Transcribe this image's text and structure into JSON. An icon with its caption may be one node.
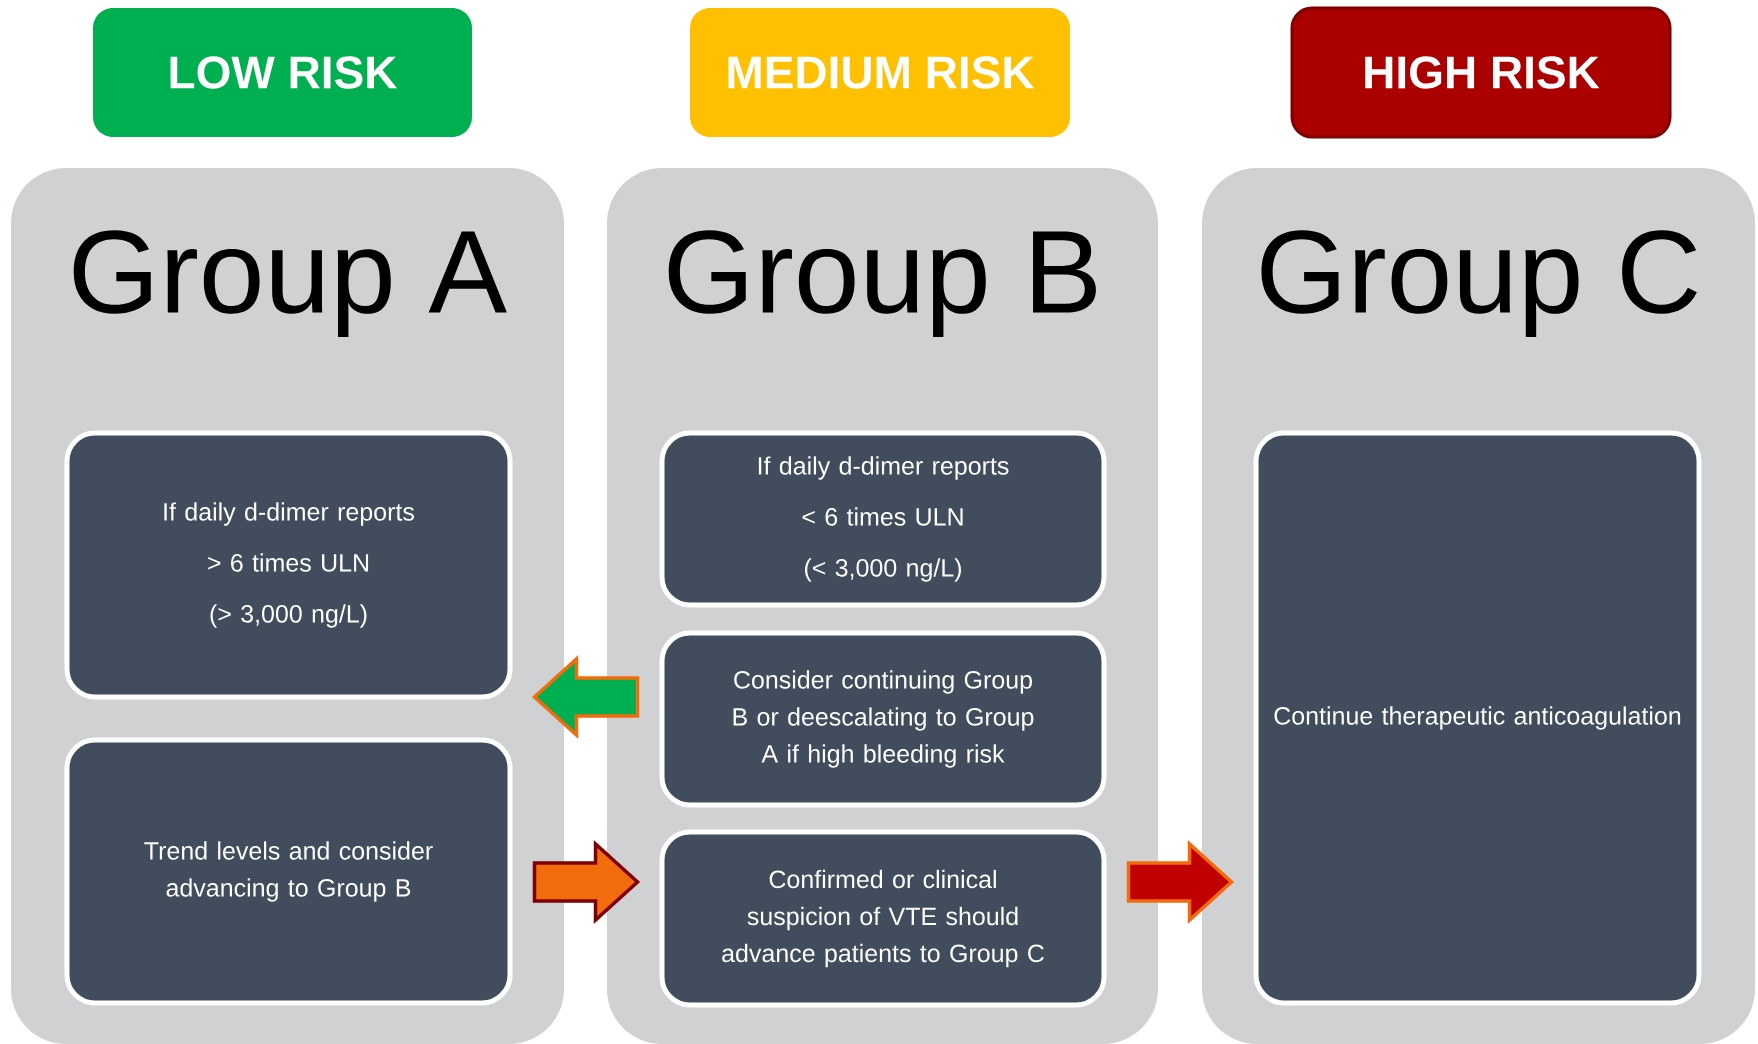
{
  "diagram": {
    "nodes": [
      {
        "text": [
          "LOW RISK"
        ]
      },
      {
        "text": [
          "MEDIUM RISK"
        ]
      },
      {
        "text": [
          "HIGH RISK"
        ]
      },
      {
        "text": [
          "Group A"
        ]
      },
      {
        "text": [
          "Group B"
        ]
      },
      {
        "text": [
          "Group C"
        ]
      },
      {
        "text": [
          "If daily d-dimer reports",
          "> 6 times ULN",
          "(> 3,000 ng/L)"
        ],
        "in": 3
      },
      {
        "text": [
          "Trend levels and consider advancing to Group B"
        ],
        "in": 3
      },
      {
        "text": [
          "If daily d-dimer reports",
          "< 6 times ULN",
          "(< 3,000 ng/L)"
        ],
        "in": 4
      },
      {
        "text": [
          "Consider continuing Group B or deescalating to Group A if high bleeding risk"
        ],
        "in": 4
      },
      {
        "text": [
          "Confirmed or clinical suspicion of VTE should advance patients to Group C"
        ],
        "in": 4
      },
      {
        "text": [
          "Continue therapeutic anticoagulation"
        ],
        "in": 5
      }
    ],
    "edges": [
      {
        "from": 9,
        "to": 6,
        "arrow": "to",
        "color": "#00b050"
      },
      {
        "from": 7,
        "to": 10,
        "arrow": "to",
        "color": "#f26c0d"
      },
      {
        "from": 10,
        "to": 11,
        "arrow": "to",
        "color": "#c00000"
      }
    ]
  }
}
